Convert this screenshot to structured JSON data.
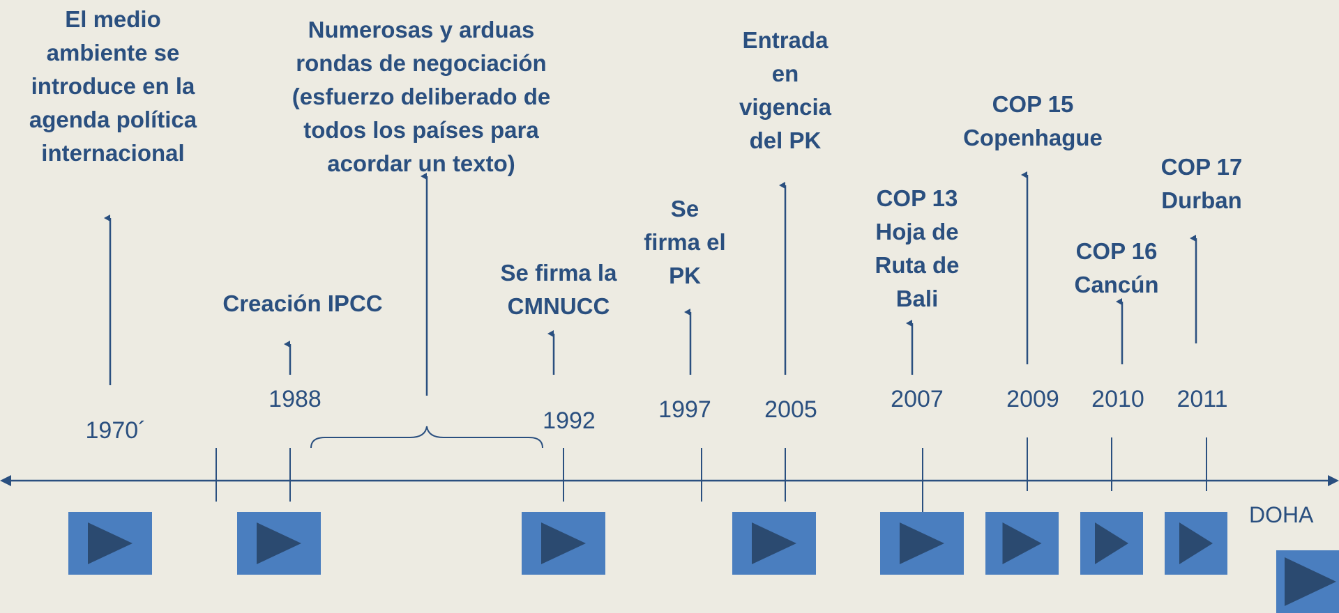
{
  "timeline": {
    "events": [
      {
        "label": "El medio\nambiente se\nintroduce en la\nagenda política\ninternacional",
        "year": "1970´"
      },
      {
        "label": "Creación IPCC",
        "year": "1988"
      },
      {
        "label": "Numerosas y arduas\nrondas de negociación\n(esfuerzo deliberado de\ntodos los países para\nacordar un texto)",
        "year": ""
      },
      {
        "label": "Se firma la\nCMNUCC",
        "year": "1992"
      },
      {
        "label": "Se\nfirma el\nPK",
        "year": "1997"
      },
      {
        "label": "Entrada\nen\nvigencia\ndel PK",
        "year": "2005"
      },
      {
        "label": "COP 13\nHoja de\nRuta de\nBali",
        "year": "2007"
      },
      {
        "label": "COP 15\nCopenhague",
        "year": "2009"
      },
      {
        "label": "COP 16\nCancún",
        "year": "2010"
      },
      {
        "label": "COP 17\nDurban",
        "year": "2011"
      }
    ],
    "end_label": "DOHA"
  },
  "buttons": [
    {
      "icon": "play-icon"
    },
    {
      "icon": "play-icon"
    },
    {
      "icon": "play-icon"
    },
    {
      "icon": "play-icon"
    },
    {
      "icon": "play-icon"
    },
    {
      "icon": "play-icon"
    },
    {
      "icon": "play-icon"
    },
    {
      "icon": "play-icon"
    },
    {
      "icon": "play-icon"
    }
  ],
  "colors": {
    "background": "#edebe2",
    "text": "#2a4f7f",
    "line": "#2a4f7f",
    "button": "#4a7ebf",
    "play_triangle": "#2b4a70"
  }
}
